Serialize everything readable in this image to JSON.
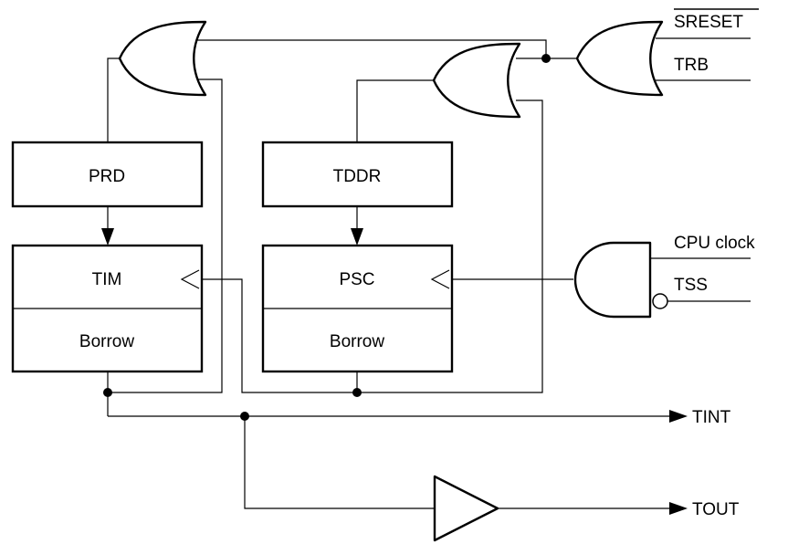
{
  "blocks": {
    "prd": "PRD",
    "tddr": "TDDR",
    "tim": "TIM",
    "tim_borrow": "Borrow",
    "psc": "PSC",
    "psc_borrow": "Borrow"
  },
  "inputs": {
    "sreset": "SRESET",
    "trb": "TRB",
    "cpu_clock": "CPU clock",
    "tss": "TSS"
  },
  "outputs": {
    "tint": "TINT",
    "tout": "TOUT"
  }
}
